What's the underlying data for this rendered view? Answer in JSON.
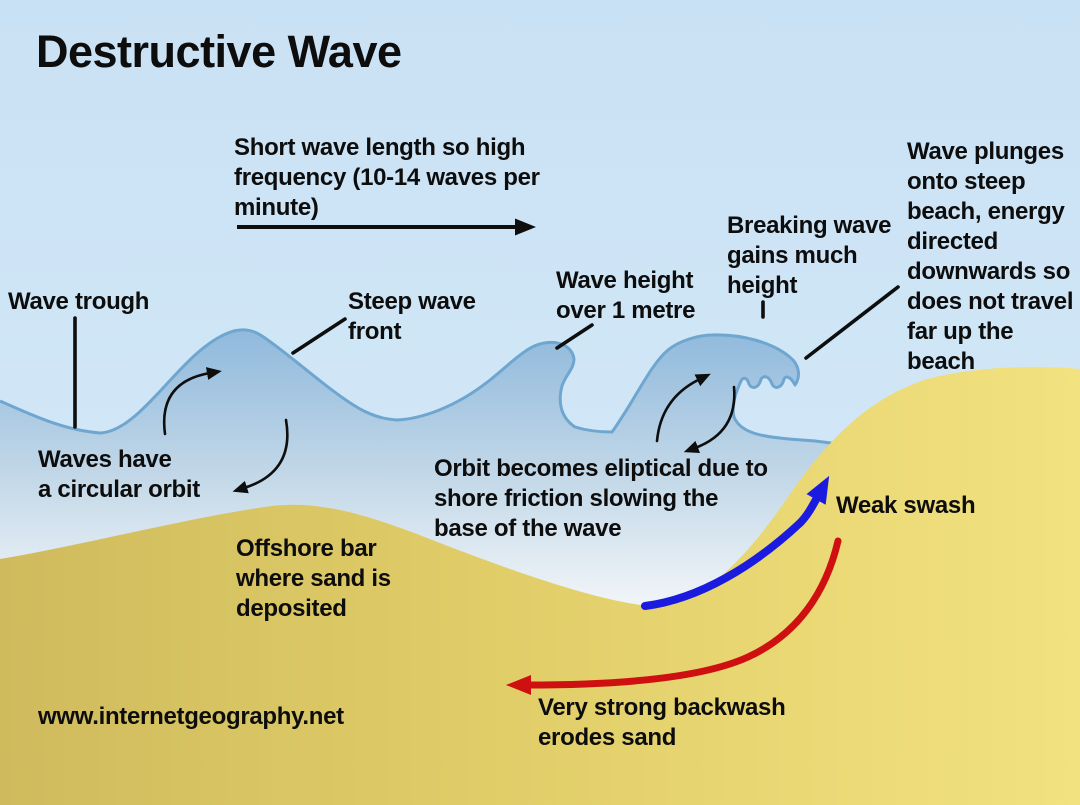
{
  "title": "Destructive Wave",
  "watermark": "www.internetgeography.net",
  "colors": {
    "sky_top": "#c9e1f4",
    "sky_mid": "#d1e7f7",
    "sky_bottom": "#daeefb",
    "water_dark": "#8fb9dc",
    "water_mid": "#c3d8e8",
    "water_light": "#eff4f8",
    "water_outline": "#6fa6cf",
    "sand_dark": "#cfbb5d",
    "sand_mid": "#e0cd68",
    "sand_light": "#f2e280",
    "swash_arrow": "#1b1be0",
    "backwash_arrow": "#cf1010",
    "annotation_line": "#0e0e0e"
  },
  "labels": {
    "frequency": "Short wave length so high\nfrequency (10-14 waves per\nminute)",
    "wave_trough": "Wave trough",
    "steep_wave_front": "Steep wave\nfront",
    "wave_height": "Wave height\nover 1 metre",
    "breaking_wave": "Breaking wave\ngains much\nheight",
    "wave_plunges": "Wave plunges\nonto steep\nbeach, energy\ndirected\ndownwards so\ndoes not travel\nfar up the\nbeach",
    "circular_orbit": "Waves have\na circular orbit",
    "elliptical_orbit": "Orbit becomes eliptical due to\nshore friction slowing the\nbase of the wave",
    "offshore_bar": "Offshore bar\nwhere sand is\ndeposited",
    "weak_swash": "Weak swash",
    "strong_backwash": "Very strong backwash\nerodes sand"
  }
}
